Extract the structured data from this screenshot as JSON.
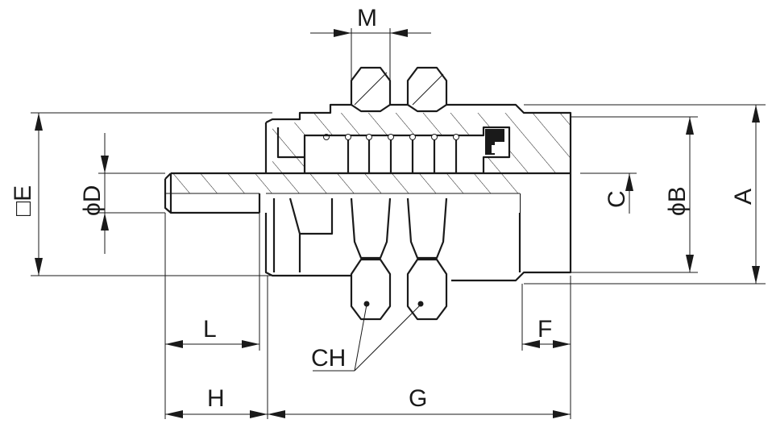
{
  "labels": {
    "M": "M",
    "E": "□E",
    "D": "ϕD",
    "C": "C",
    "B": "ϕB",
    "A": "A",
    "L": "L",
    "H": "H",
    "G": "G",
    "F": "F",
    "CH": "CH"
  }
}
